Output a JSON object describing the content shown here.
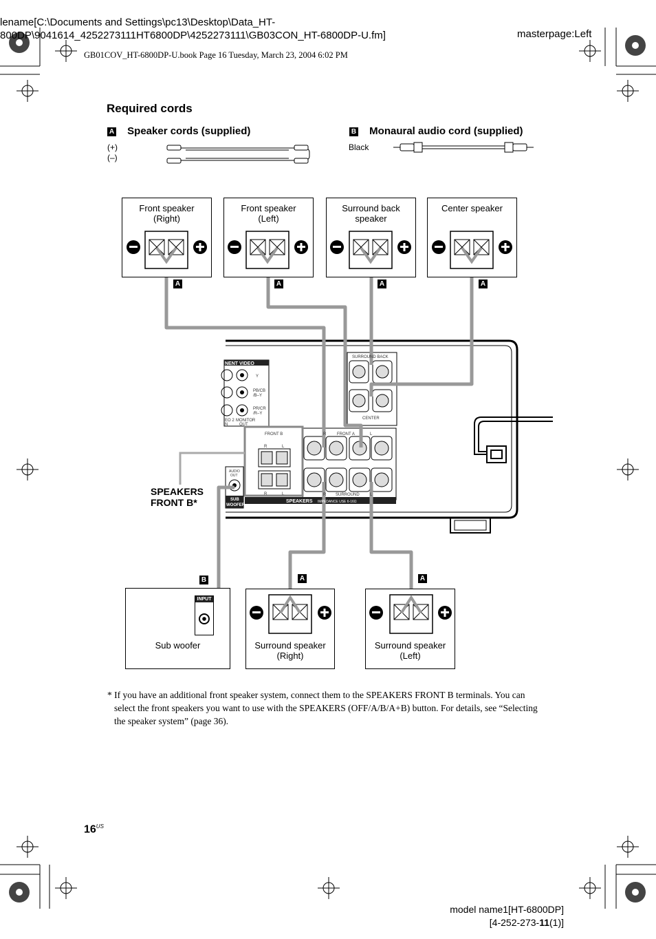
{
  "header": {
    "filename_line1": "lename[C:\\Documents and Settings\\pc13\\Desktop\\Data_HT-",
    "filename_line2": "800DP\\9041614_4252273111HT6800DP\\4252273111\\GB03CON_HT-6800DP-U.fm]",
    "masterpage": "masterpage:Left",
    "book_info": "GB01COV_HT-6800DP-U.book  Page 16  Tuesday, March 23, 2004  6:02 PM"
  },
  "required": {
    "title": "Required cords",
    "cord_a_badge": "A",
    "cord_a_label": "Speaker cords (supplied)",
    "cord_a_plus": "(+)",
    "cord_a_minus": "(–)",
    "cord_b_badge": "B",
    "cord_b_label": "Monaural audio cord (supplied)",
    "cord_b_color": "Black"
  },
  "speakers_top": [
    {
      "line1": "Front speaker",
      "line2": "(Right)",
      "badge": "A"
    },
    {
      "line1": "Front speaker",
      "line2": "(Left)",
      "badge": "A"
    },
    {
      "line1": "Surround back",
      "line2": "speaker",
      "badge": "A"
    },
    {
      "line1": "Center speaker",
      "line2": "",
      "badge": "A"
    }
  ],
  "receiver": {
    "component_video": "NENT VIDEO",
    "jack_y": "Y",
    "jack_pb": "PB/CB",
    "jack_pb2": "/B–Y",
    "jack_pr": "PR/CR",
    "jack_pr2": "/R–Y",
    "video2": "EO 2",
    "video2b": "N",
    "monitor": "MONITOR",
    "monitor2": "OUT",
    "surround_back": "SURROUND BACK",
    "center": "CENTER",
    "front_b": "FRONT B",
    "front_a": "FRONT A",
    "surround": "SURROUND",
    "r": "R",
    "l": "L",
    "audio_out": "AUDIO",
    "audio_out2": "OUT",
    "sub": "SUB",
    "woofer": "WOOFER",
    "speakers_bar": "SPEAKERS",
    "impedance": "IMPEDANCE USE 6-16Ω"
  },
  "front_b_callout": {
    "line1": "SPEAKERS",
    "line2": "FRONT B*"
  },
  "speakers_bottom": [
    {
      "line1": "Sub woofer",
      "line2": "",
      "badge": "B",
      "input": "INPUT"
    },
    {
      "line1": "Surround speaker",
      "line2": "(Right)",
      "badge": "A"
    },
    {
      "line1": "Surround speaker",
      "line2": "(Left)",
      "badge": "A"
    }
  ],
  "footnote": {
    "line1": "* If you have an additional front speaker system, connect them to the SPEAKERS FRONT B terminals. You can",
    "line2": "select the front speakers you want to use with the SPEAKERS (OFF/A/B/A+B) button. For details, see “Selecting",
    "line3": "the speaker system” (page 36)."
  },
  "page": {
    "number": "16",
    "suffix": "US"
  },
  "footer": {
    "line1": "model name1[HT-6800DP]",
    "line2_pre": "[4-252-273-",
    "line2_bold": "11",
    "line2_post": "(1)]"
  }
}
